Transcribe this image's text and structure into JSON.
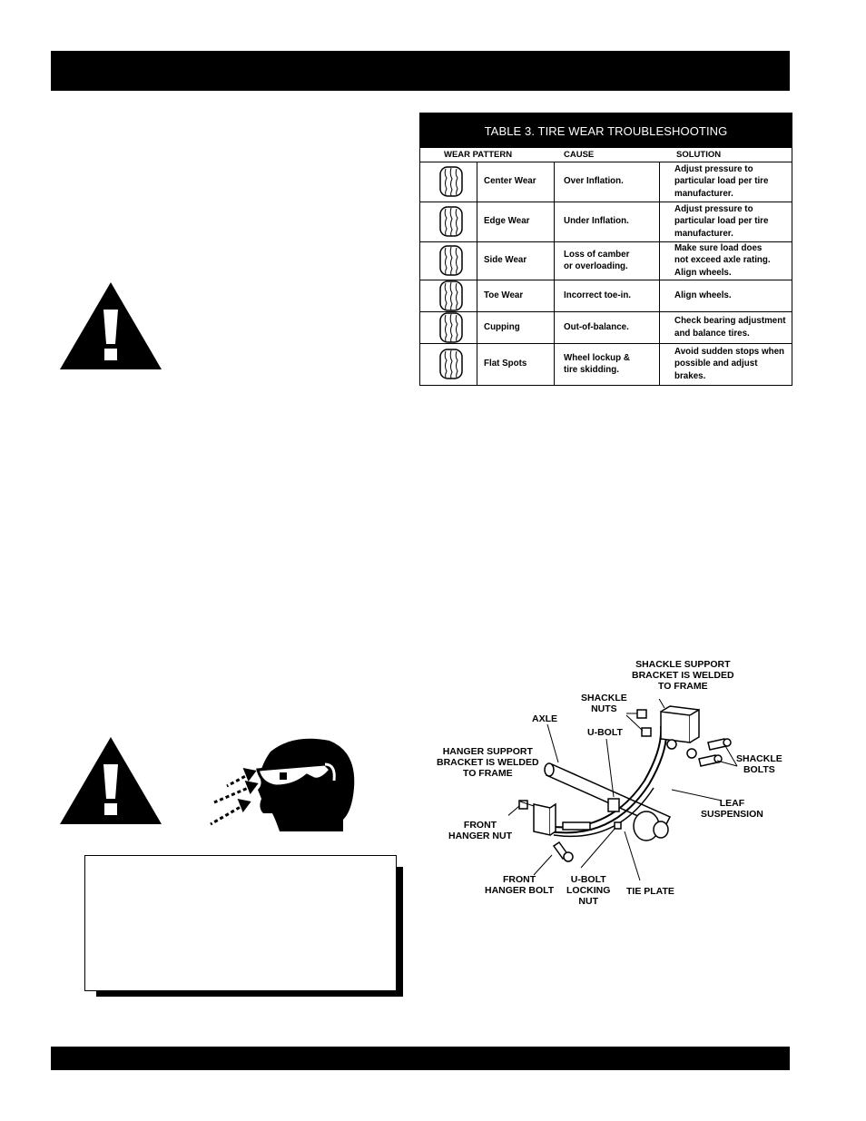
{
  "table": {
    "title": "TABLE 3. TIRE WEAR TROUBLESHOOTING",
    "headers": {
      "pattern": "WEAR PATTERN",
      "cause": "CAUSE",
      "solution": "SOLUTION"
    },
    "rows": [
      {
        "pattern": "Center Wear",
        "cause": "Over Inflation.",
        "solution": "Adjust pressure to\nparticular load per tire\nmanufacturer.",
        "icon": "tire-center-wear-icon"
      },
      {
        "pattern": "Edge Wear",
        "cause": "Under Inflation.",
        "solution": "Adjust pressure to\nparticular load per tire\nmanufacturer.",
        "icon": "tire-edge-wear-icon"
      },
      {
        "pattern": "Side Wear",
        "cause": "Loss of camber\nor overloading.",
        "solution": "Make sure load does\nnot exceed axle rating.\nAlign wheels.",
        "icon": "tire-side-wear-icon"
      },
      {
        "pattern": "Toe Wear",
        "cause": "Incorrect toe-in.",
        "solution": "Align wheels.",
        "icon": "tire-toe-wear-icon"
      },
      {
        "pattern": "Cupping",
        "cause": "Out-of-balance.",
        "solution": "Check bearing adjustment\nand balance tires.",
        "icon": "tire-cupping-icon"
      },
      {
        "pattern": "Flat Spots",
        "cause": "Wheel lockup &\ntire skidding.",
        "solution": "Avoid sudden stops when\npossible and adjust brakes.",
        "icon": "tire-flat-spots-icon"
      }
    ]
  },
  "diagram": {
    "labels": {
      "shackle_support": "SHACKLE SUPPORT\nBRACKET IS WELDED\nTO FRAME",
      "shackle_nuts": "SHACKLE\nNUTS",
      "axle": "AXLE",
      "u_bolt": "U-BOLT",
      "hanger_support": "HANGER SUPPORT\nBRACKET IS WELDED\nTO FRAME",
      "shackle_bolts": "SHACKLE\nBOLTS",
      "leaf_suspension": "LEAF\nSUSPENSION",
      "front_hanger_nut": "FRONT\nHANGER NUT",
      "front_hanger_bolt": "FRONT\nHANGER BOLT",
      "u_bolt_locking_nut": "U-BOLT\nLOCKING\nNUT",
      "tie_plate": "TIE PLATE"
    }
  },
  "icons": {
    "warning": "warning-triangle-icon",
    "goggles": "safety-goggles-icon"
  }
}
